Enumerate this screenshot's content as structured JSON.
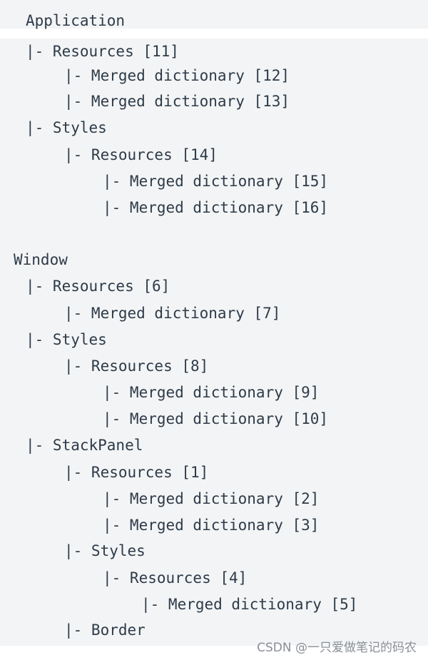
{
  "tree": {
    "application": {
      "title": "Application",
      "lines": [
        "|- Resources [11]",
        "|- Merged dictionary [12]",
        "|- Merged dictionary [13]",
        "|- Styles",
        "|- Resources [14]",
        "|- Merged dictionary [15]",
        "|- Merged dictionary [16]"
      ]
    },
    "window": {
      "title": "Window",
      "lines": [
        "|- Resources [6]",
        "|- Merged dictionary [7]",
        "|- Styles",
        "|- Resources [8]",
        "|- Merged dictionary [9]",
        "|- Merged dictionary [10]",
        "|- StackPanel",
        "|- Resources [1]",
        "|- Merged dictionary [2]",
        "|- Merged dictionary [3]",
        "|- Styles",
        "|- Resources [4]",
        "|- Merged dictionary [5]",
        "|- Border"
      ]
    }
  },
  "watermark": "CSDN @一只爱做笔记的码农"
}
